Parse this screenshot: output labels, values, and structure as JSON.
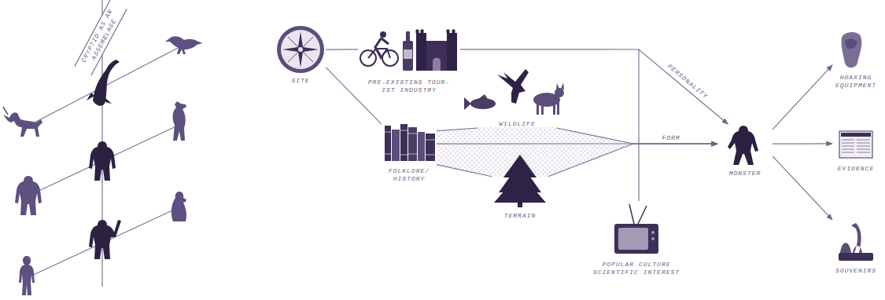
{
  "diagram": {
    "nodes": [
      {
        "text": [
          "SITE"
        ]
      },
      {
        "text": [
          "PRE-EXISTING TOUR- IST INDUSTRY"
        ]
      },
      {
        "text": [
          "WILDLIFE"
        ]
      },
      {
        "text": [
          "FOLKLORE/ HISTORY"
        ]
      },
      {
        "text": [
          "TERRAIN"
        ]
      },
      {
        "text": [
          "POPULAR CULTURE SCIENTIFIC INTEREST"
        ]
      },
      {
        "text": [
          "MONSTER"
        ]
      },
      {
        "text": [
          "HOAXING EQUIPMENT"
        ]
      },
      {
        "text": [
          "EVIDENCE"
        ]
      },
      {
        "text": [
          "SOUVENIRS"
        ]
      }
    ],
    "edges": [
      {
        "from": 0,
        "to": 1,
        "arrow": "none"
      },
      {
        "from": 0,
        "to": 3,
        "arrow": "none"
      },
      {
        "from": 1,
        "to": 6,
        "label": "PERSONALITY",
        "arrow": "to"
      },
      {
        "from": 3,
        "to": 2,
        "arrow": "none"
      },
      {
        "from": 3,
        "to": 4,
        "arrow": "none"
      },
      {
        "from": 3,
        "to": 6,
        "label": "FORM",
        "arrow": "to"
      },
      {
        "from": 2,
        "to": 6,
        "arrow": "to"
      },
      {
        "from": 4,
        "to": 6,
        "arrow": "to"
      },
      {
        "from": 5,
        "to": 6,
        "arrow": "to"
      },
      {
        "from": 6,
        "to": 7,
        "arrow": "to"
      },
      {
        "from": 6,
        "to": 8,
        "arrow": "to"
      },
      {
        "from": 6,
        "to": 9,
        "arrow": "to"
      }
    ],
    "labels": [
      "CRYPTID AS AN ASSEMBLAGE"
    ]
  }
}
